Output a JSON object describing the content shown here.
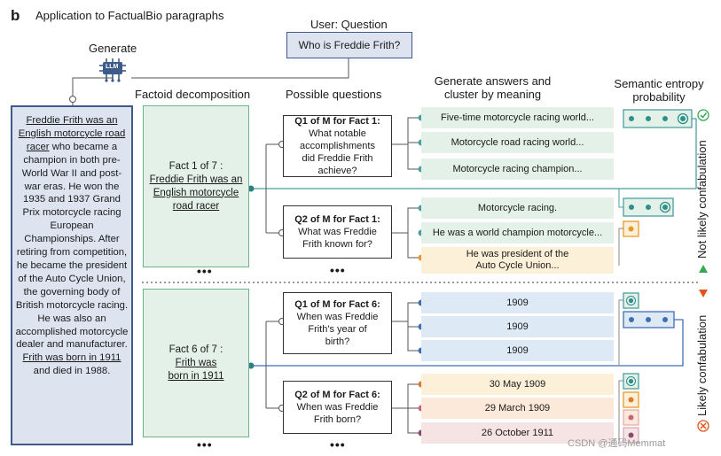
{
  "panel": {
    "letter": "b",
    "title": "Application to FactualBio paragraphs"
  },
  "headers": {
    "generate": "Generate",
    "llm": "LLM",
    "user_question_title": "User: Question",
    "factoid": "Factoid decomposition",
    "possible": "Possible questions",
    "gen_answers_1": "Generate answers and",
    "gen_answers_2": "cluster by meaning",
    "sem_1": "Semantic entropy",
    "sem_2": "probability"
  },
  "user_question": "Who is Freddie Frith?",
  "paragraph": {
    "s1": "Freddie Frith was an English motorcycle road racer",
    "s2": " who became a champion in both pre-World War II and post-war eras. He won the 1935 and 1937 Grand Prix motorcycle racing European Championships. After retiring from competition, he became the president of the Auto Cycle Union, the governing body of British motorcycle racing. He was also an accomplished motorcycle dealer and manufacturer. ",
    "s3": "Frith was born in 1911",
    "s4": " and died in 1988."
  },
  "facts": [
    {
      "label": "Fact 1 of 7 :",
      "text": "Freddie Frith was an English motorcycle road racer"
    },
    {
      "label": "Fact 6 of 7 :",
      "text": "Frith was born in 1911"
    }
  ],
  "questions": [
    {
      "title": "Q1 of M for Fact 1:",
      "body": "What notable accomplishments did Freddie Frith achieve?"
    },
    {
      "title": "Q2 of M for Fact 1:",
      "body": "What was Freddie Frith known for?"
    },
    {
      "title": "Q1 of M for Fact 6:",
      "body": "When was Freddie Frith's year of birth?"
    },
    {
      "title": "Q2 of M for Fact 6:",
      "body": "When was Freddie Frith born?"
    }
  ],
  "answers": [
    "Five-time motorcycle racing world...",
    "Motorcycle road racing world...",
    "Motorcycle racing champion...",
    "Motorcycle racing.",
    "He was a world champion motorcycle...",
    "He was president of the Auto Cycle Union...",
    "1909",
    "1909",
    "1909",
    "30 May 1909",
    "29 March 1909",
    "26 October 1911"
  ],
  "ellipsis": "•••",
  "side_labels": {
    "top": "Not likely confabulation",
    "bottom": "Likely confabulation"
  },
  "watermark": "CSDN @通码Memmat",
  "colors": {
    "teal": "#4a9fa0",
    "blue": "#3f6fb3",
    "orange": "#e79a2a",
    "green_check": "#36a852",
    "red_x": "#e0561f"
  }
}
